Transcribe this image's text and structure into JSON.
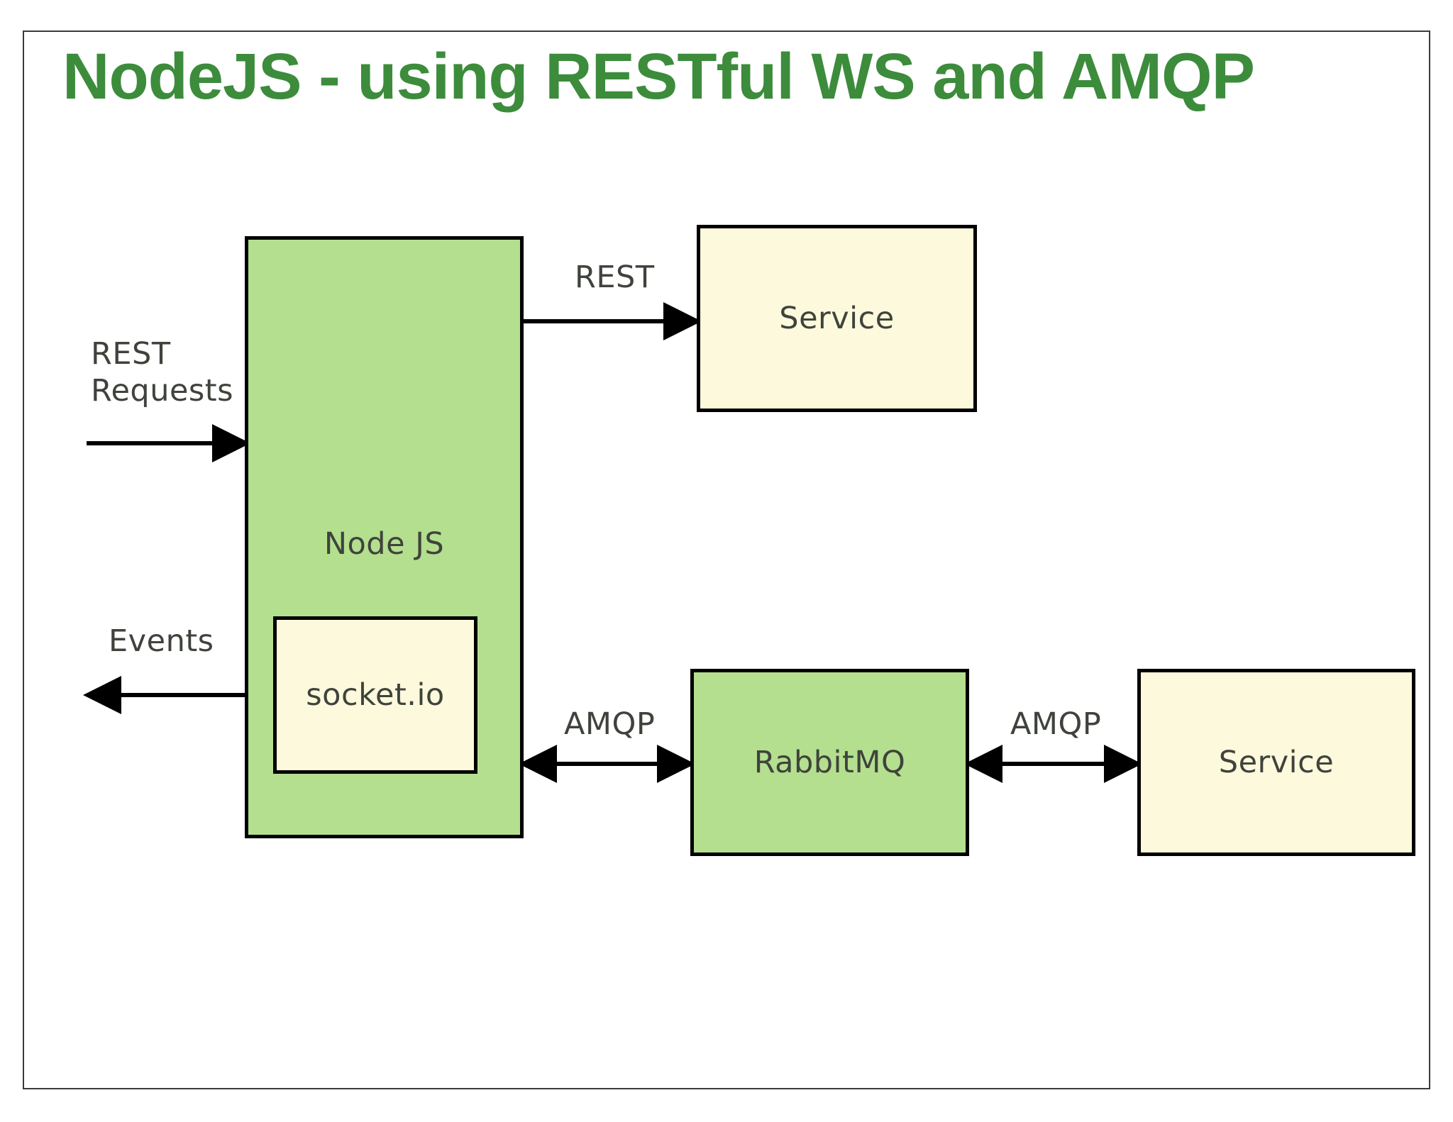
{
  "slide": {
    "title": "NodeJS - using RESTful WS and AMQP",
    "title_color": "#3c8c3c",
    "background": "#ffffff",
    "border_color": "#3a3a3a"
  },
  "palette": {
    "green_fill": "#b4df8f",
    "yellow_fill": "#fcf9dc",
    "stroke": "#000000",
    "text": "#3f433c"
  },
  "nodes": {
    "node_js": {
      "label": "Node JS",
      "fill": "green"
    },
    "socket_io": {
      "label": "socket.io",
      "fill": "yellow"
    },
    "service_top": {
      "label": "Service",
      "fill": "yellow"
    },
    "rabbitmq": {
      "label": "RabbitMQ",
      "fill": "green"
    },
    "service_bottom": {
      "label": "Service",
      "fill": "yellow"
    }
  },
  "edges": {
    "rest_requests": {
      "label": "REST\nRequests",
      "direction": "in",
      "from": "external",
      "to": "node_js"
    },
    "rest": {
      "label": "REST",
      "direction": "out",
      "from": "node_js",
      "to": "service_top"
    },
    "events": {
      "label": "Events",
      "direction": "out",
      "from": "socket_io",
      "to": "external"
    },
    "amqp_left": {
      "label": "AMQP",
      "direction": "bidirectional",
      "from": "node_js",
      "to": "rabbitmq"
    },
    "amqp_right": {
      "label": "AMQP",
      "direction": "bidirectional",
      "from": "rabbitmq",
      "to": "service_bottom"
    }
  }
}
